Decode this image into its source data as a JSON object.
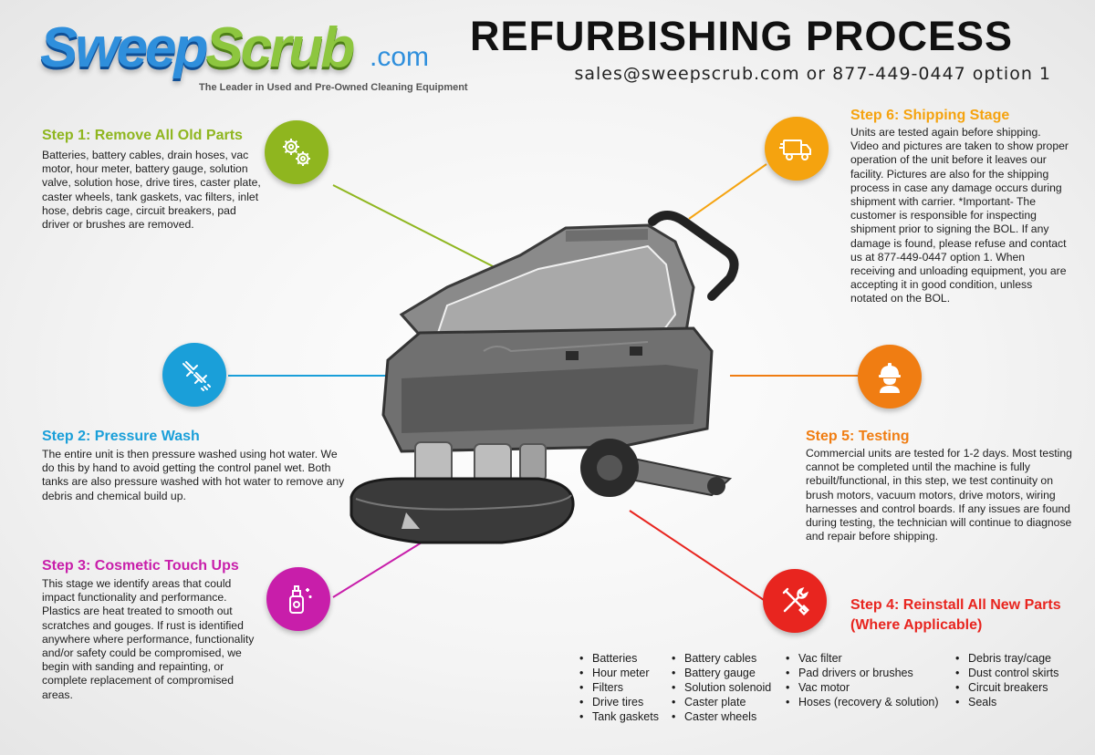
{
  "logo": {
    "sweep": "Sweep",
    "scrub": "Scrub",
    "dotcom": ".com",
    "tagline": "The Leader in Used and Pre-Owned Cleaning Equipment"
  },
  "header": {
    "title": "REFURBISHING PROCESS",
    "contact": "sales@sweepscrub.com or 877-449-0447 option 1"
  },
  "colors": {
    "step1": "#8fb61f",
    "step2": "#1a9fd9",
    "step3": "#c81eaa",
    "step4": "#e8251f",
    "step5": "#f07d12",
    "step6": "#f5a30f"
  },
  "steps": {
    "step1": {
      "title": "Step 1: Remove All Old Parts",
      "body": "Batteries, battery cables, drain hoses, vac motor, hour meter, battery gauge, solution valve, solution hose, drive tires, caster plate, caster wheels, tank gaskets, vac filters, inlet hose, debris cage, circuit breakers, pad driver or brushes are removed.",
      "icon": "gears-icon"
    },
    "step2": {
      "title": "Step 2: Pressure Wash",
      "body": "The entire unit is then pressure washed using hot water. We do this by hand to avoid getting the control panel wet. Both tanks are also pressure washed with hot water to remove any debris and chemical build up.",
      "icon": "pressure-nozzle-icon"
    },
    "step3": {
      "title": "Step 3: Cosmetic Touch Ups",
      "body": "This stage we identify areas that could impact functionality and performance. Plastics are heat treated to smooth out scratches and gouges. If rust is identified anywhere where performance, functionality and/or safety could be compromised, we begin with sanding and repainting, or complete replacement of compromised areas.",
      "icon": "spray-bottle-icon"
    },
    "step4": {
      "title_line1": "Step 4: Reinstall All New Parts",
      "title_line2": "(Where Applicable)",
      "icon": "tools-icon",
      "parts": [
        [
          "Batteries",
          "Hour meter",
          "Filters",
          "Drive tires",
          "Tank gaskets"
        ],
        [
          "Battery cables",
          "Battery gauge",
          "Solution solenoid",
          "Caster plate",
          "Caster wheels"
        ],
        [
          "Vac filter",
          "Pad drivers or brushes",
          "Vac motor",
          "Hoses (recovery & solution)"
        ],
        [
          "Debris tray/cage",
          "Dust control skirts",
          "Circuit breakers",
          "Seals"
        ]
      ]
    },
    "step5": {
      "title": "Step 5: Testing",
      "body": "Commercial units are tested for 1-2 days. Most testing cannot be completed until the machine is fully rebuilt/functional, in this step, we test continuity on brush motors, vacuum motors, drive motors, wiring harnesses and control boards. If any issues are found during testing, the technician will continue to diagnose and repair before shipping.",
      "icon": "technician-icon"
    },
    "step6": {
      "title": "Step 6: Shipping Stage",
      "body": "Units are tested again before shipping. Video and pictures are taken to show proper operation of the unit before it leaves our facility. Pictures are also for the shipping process in case any damage occurs during shipment with carrier. *Important- The customer is responsible for inspecting shipment prior to signing the BOL. If any damage is found, please refuse and contact us at 877-449-0447 option 1. When receiving and unloading equipment, you are accepting it in good condition, unless notated on the BOL.",
      "icon": "delivery-truck-icon"
    }
  },
  "machine": {
    "icon": "floor-scrubber-illustration"
  }
}
